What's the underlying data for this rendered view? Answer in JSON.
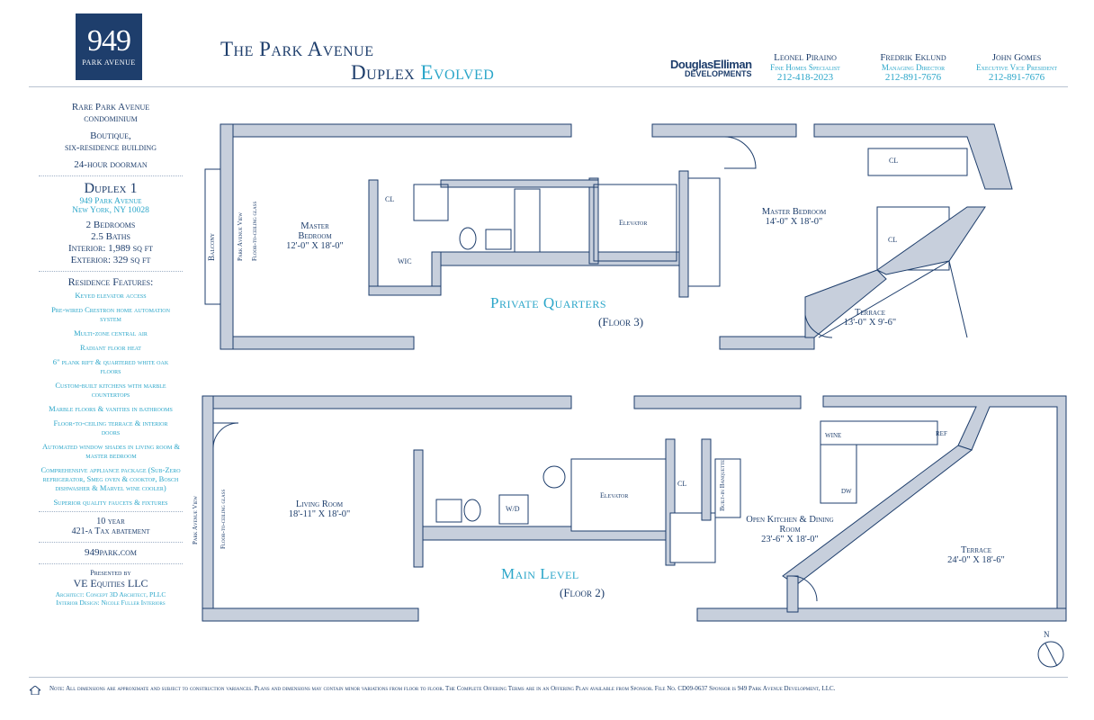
{
  "logo": {
    "number": "949",
    "sub": "PARK AVENUE"
  },
  "title": {
    "line1": "The Park Avenue",
    "line2_a": "Duplex",
    "line2_b": "Evolved"
  },
  "brand": {
    "line1": "DouglasElliman",
    "line2": "DEVELOPMENTS"
  },
  "agents": [
    {
      "name": "Leonel Piraino",
      "role": "Fine Homes Specialist",
      "phone": "212-418-2023"
    },
    {
      "name": "Fredrik Eklund",
      "role": "Managing Director",
      "phone": "212-891-7676"
    },
    {
      "name": "John Gomes",
      "role": "Executive Vice President",
      "phone": "212-891-7676"
    }
  ],
  "sidebar": {
    "intro": [
      "Rare Park Avenue",
      "condominium",
      "Boutique,",
      "six-residence building",
      "24-hour doorman"
    ],
    "unit_title": "Duplex 1",
    "address1": "949 Park Avenue",
    "address2": "New York, NY 10028",
    "stats": [
      "2 Bedrooms",
      "2.5 Baths",
      "Interior: 1,989 sq ft",
      "Exterior: 329 sq ft"
    ],
    "features_title": "Residence Features:",
    "features": [
      "Keyed elevator access",
      "Pre-wired Crestron home automation system",
      "Multi-zone central air",
      "Radiant floor heat",
      "6\" plank rift & quartered white oak floors",
      "Custom-built kitchens with marble countertops",
      "Marble floors & vanities in bathrooms",
      "Floor-to-ceiling terrace & interior doors",
      "Automated window shades in living room & master bedroom",
      "Comprehensive appliance package (Sub-Zero refrigerator, Smeg oven & cooktop, Bosch dishwasher & Marvel wine cooler)",
      "Superior quality faucets & fixtures"
    ],
    "abatement1": "10 year",
    "abatement2": "421-a Tax abatement",
    "website": "949park.com",
    "presented_by": "Presented by",
    "presenter": "VE Equities LLC",
    "architect": "Architect: Concept 3D Architect, PLLC",
    "interior": "Interior Design: Nicole Fuller Interiors"
  },
  "floor3": {
    "title": "Private Quarters",
    "floor": "(Floor 3)",
    "balcony": "Balcony",
    "view1": "Park Avenue View",
    "view2": "Floor-to-ceiling glass",
    "master_a_name": "Master Bedroom",
    "master_a_dims": "12'-0\" X 18'-0\"",
    "cl1": "CL",
    "wic": "WIC",
    "elevator": "Elevator",
    "master_b_name": "Master Bedroom",
    "master_b_dims": "14'-0\" X 18'-0\"",
    "cl2": "CL",
    "cl3": "CL",
    "terrace_name": "Terrace",
    "terrace_dims": "13'-0\" X 9'-6\""
  },
  "floor2": {
    "title": "Main Level",
    "floor": "(Floor 2)",
    "view1": "Park Avenue View",
    "view2": "Floor-to-ceiling glass",
    "living_name": "Living Room",
    "living_dims": "18'-11\" X 18'-0\"",
    "wd": "W/D",
    "elevator": "Elevator",
    "cl": "CL",
    "banquette": "Built-in Banquette",
    "kitchen_name": "Open Kitchen & Dining Room",
    "kitchen_dims": "23'-6\" X 18'-0\"",
    "wine": "WINE",
    "ref": "REF",
    "dw": "DW",
    "terrace_name": "Terrace",
    "terrace_dims": "24'-0\" X 18'-6\""
  },
  "compass": "N",
  "note": "Note: All dimensions are approximate and subject to construction variances. Plans and dimensions may contain minor variations from floor to floor. The Complete Offering Terms are in an Offering Plan available from Sponsor. File No. CD09-0637 Sponsor is 949 Park Avenue Development, LLC.",
  "colors": {
    "navy": "#1e3e6c",
    "accent": "#2ba6c9",
    "wall": "#c7cfdc",
    "line": "#1e3e6c"
  }
}
